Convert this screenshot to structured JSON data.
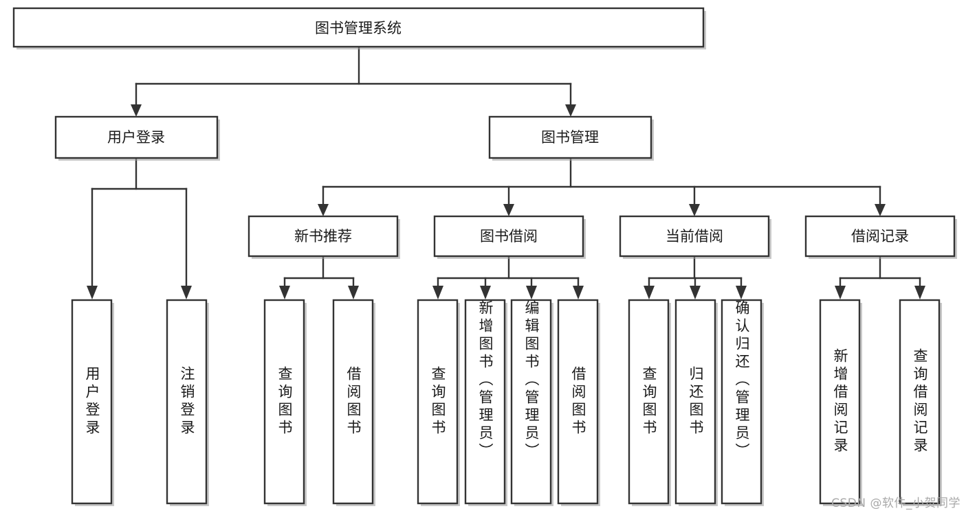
{
  "diagram": {
    "type": "tree-hierarchy",
    "title": "图书管理系统",
    "watermark": "CSDN @软件_小贺同学",
    "colors": {
      "box_stroke": "#333333",
      "box_fill": "#ffffff",
      "connector": "#333333",
      "text": "#1a1a1a",
      "watermark": "#a9a9a9",
      "background": "#ffffff"
    },
    "levels": {
      "level1": [
        {
          "id": "root",
          "label": "图书管理系统",
          "orientation": "horizontal"
        }
      ],
      "level2": [
        {
          "id": "user-login",
          "label": "用户登录",
          "orientation": "horizontal",
          "parent": "root"
        },
        {
          "id": "book-manage",
          "label": "图书管理",
          "orientation": "horizontal",
          "parent": "root"
        }
      ],
      "level3": [
        {
          "id": "new-book-rec",
          "label": "新书推荐",
          "orientation": "horizontal",
          "parent": "book-manage"
        },
        {
          "id": "book-borrow",
          "label": "图书借阅",
          "orientation": "horizontal",
          "parent": "book-manage"
        },
        {
          "id": "current-borrow",
          "label": "当前借阅",
          "orientation": "horizontal",
          "parent": "book-manage"
        },
        {
          "id": "borrow-record",
          "label": "借阅记录",
          "orientation": "horizontal",
          "parent": "book-manage"
        }
      ],
      "leaves": [
        {
          "id": "leaf-user-login",
          "label": "用户登录",
          "orientation": "vertical",
          "parent": "user-login"
        },
        {
          "id": "leaf-logout",
          "label": "注销登录",
          "orientation": "vertical",
          "parent": "user-login"
        },
        {
          "id": "leaf-query-book-1",
          "label": "查询图书",
          "orientation": "vertical",
          "parent": "new-book-rec"
        },
        {
          "id": "leaf-borrow-book-1",
          "label": "借阅图书",
          "orientation": "vertical",
          "parent": "new-book-rec"
        },
        {
          "id": "leaf-query-book-2",
          "label": "查询图书",
          "orientation": "vertical",
          "parent": "book-borrow"
        },
        {
          "id": "leaf-add-book",
          "label": "新增图书（管理员）",
          "orientation": "vertical",
          "parent": "book-borrow"
        },
        {
          "id": "leaf-edit-book",
          "label": "编辑图书（管理员）",
          "orientation": "vertical",
          "parent": "book-borrow"
        },
        {
          "id": "leaf-borrow-book-2",
          "label": "借阅图书",
          "orientation": "vertical",
          "parent": "book-borrow"
        },
        {
          "id": "leaf-query-book-3",
          "label": "查询图书",
          "orientation": "vertical",
          "parent": "current-borrow"
        },
        {
          "id": "leaf-return-book",
          "label": "归还图书",
          "orientation": "vertical",
          "parent": "current-borrow"
        },
        {
          "id": "leaf-confirm-return",
          "label": "确认归还（管理员）",
          "orientation": "vertical",
          "parent": "current-borrow"
        },
        {
          "id": "leaf-add-record",
          "label": "新增借阅记录",
          "orientation": "vertical",
          "parent": "borrow-record"
        },
        {
          "id": "leaf-query-record",
          "label": "查询借阅记录",
          "orientation": "vertical",
          "parent": "borrow-record"
        }
      ]
    }
  }
}
